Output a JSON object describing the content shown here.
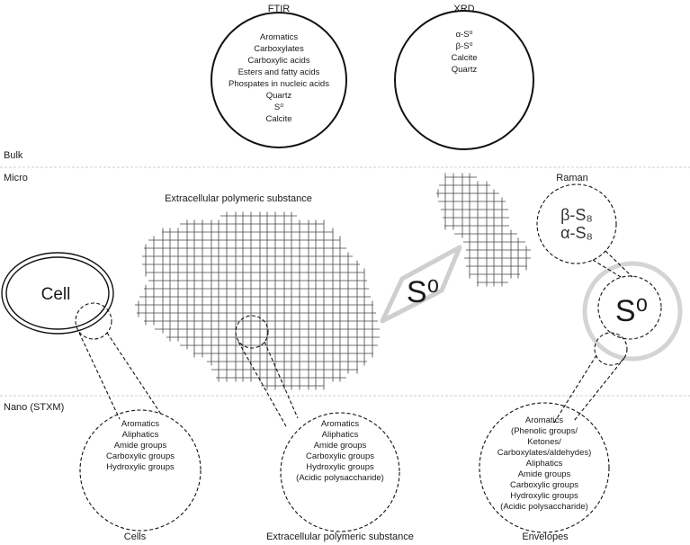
{
  "bulk": {
    "label": "Bulk",
    "ftir": {
      "title": "FTIR",
      "items": [
        "Aromatics",
        "Carboxylates",
        "Carboxylic acids",
        "Esters and fatty acids",
        "Phospates in nucleic acids",
        "Quartz",
        "S⁰",
        "Calcite"
      ]
    },
    "xrd": {
      "title": "XRD",
      "items": [
        "α-S⁰",
        "β-S⁰",
        "Calcite",
        "Quartz"
      ]
    }
  },
  "micro": {
    "label": "Micro",
    "eps_title": "Extracellular polymeric substance",
    "cell_label": "Cell",
    "sulfur_label": "S⁰",
    "raman": {
      "title": "Raman",
      "beta": "β-S₈",
      "alpha": "α-S₈"
    },
    "envelope_sulfur_label": "S⁰"
  },
  "nano": {
    "label": "Nano (STXM)",
    "cells": {
      "caption": "Cells",
      "items": [
        "Aromatics",
        "Aliphatics",
        "Amide groups",
        "Carboxylic groups",
        "Hydroxylic groups"
      ]
    },
    "eps": {
      "caption": "Extracellular polymeric substance",
      "items": [
        "Aromatics",
        "Aliphatics",
        "Amide groups",
        "Carboxylic groups",
        "Hydroxylic groups",
        "(Acidic polysaccharide)"
      ]
    },
    "envelopes": {
      "caption": "Envelopes",
      "items": [
        "Aromatics",
        "(Phenolic groups/",
        "Ketones/",
        "Carboxylates/aldehydes)",
        "Aliphatics",
        "Amide groups",
        "Carboxylic groups",
        "Hydroxylic groups",
        "(Acidic polysaccharide)"
      ]
    }
  }
}
